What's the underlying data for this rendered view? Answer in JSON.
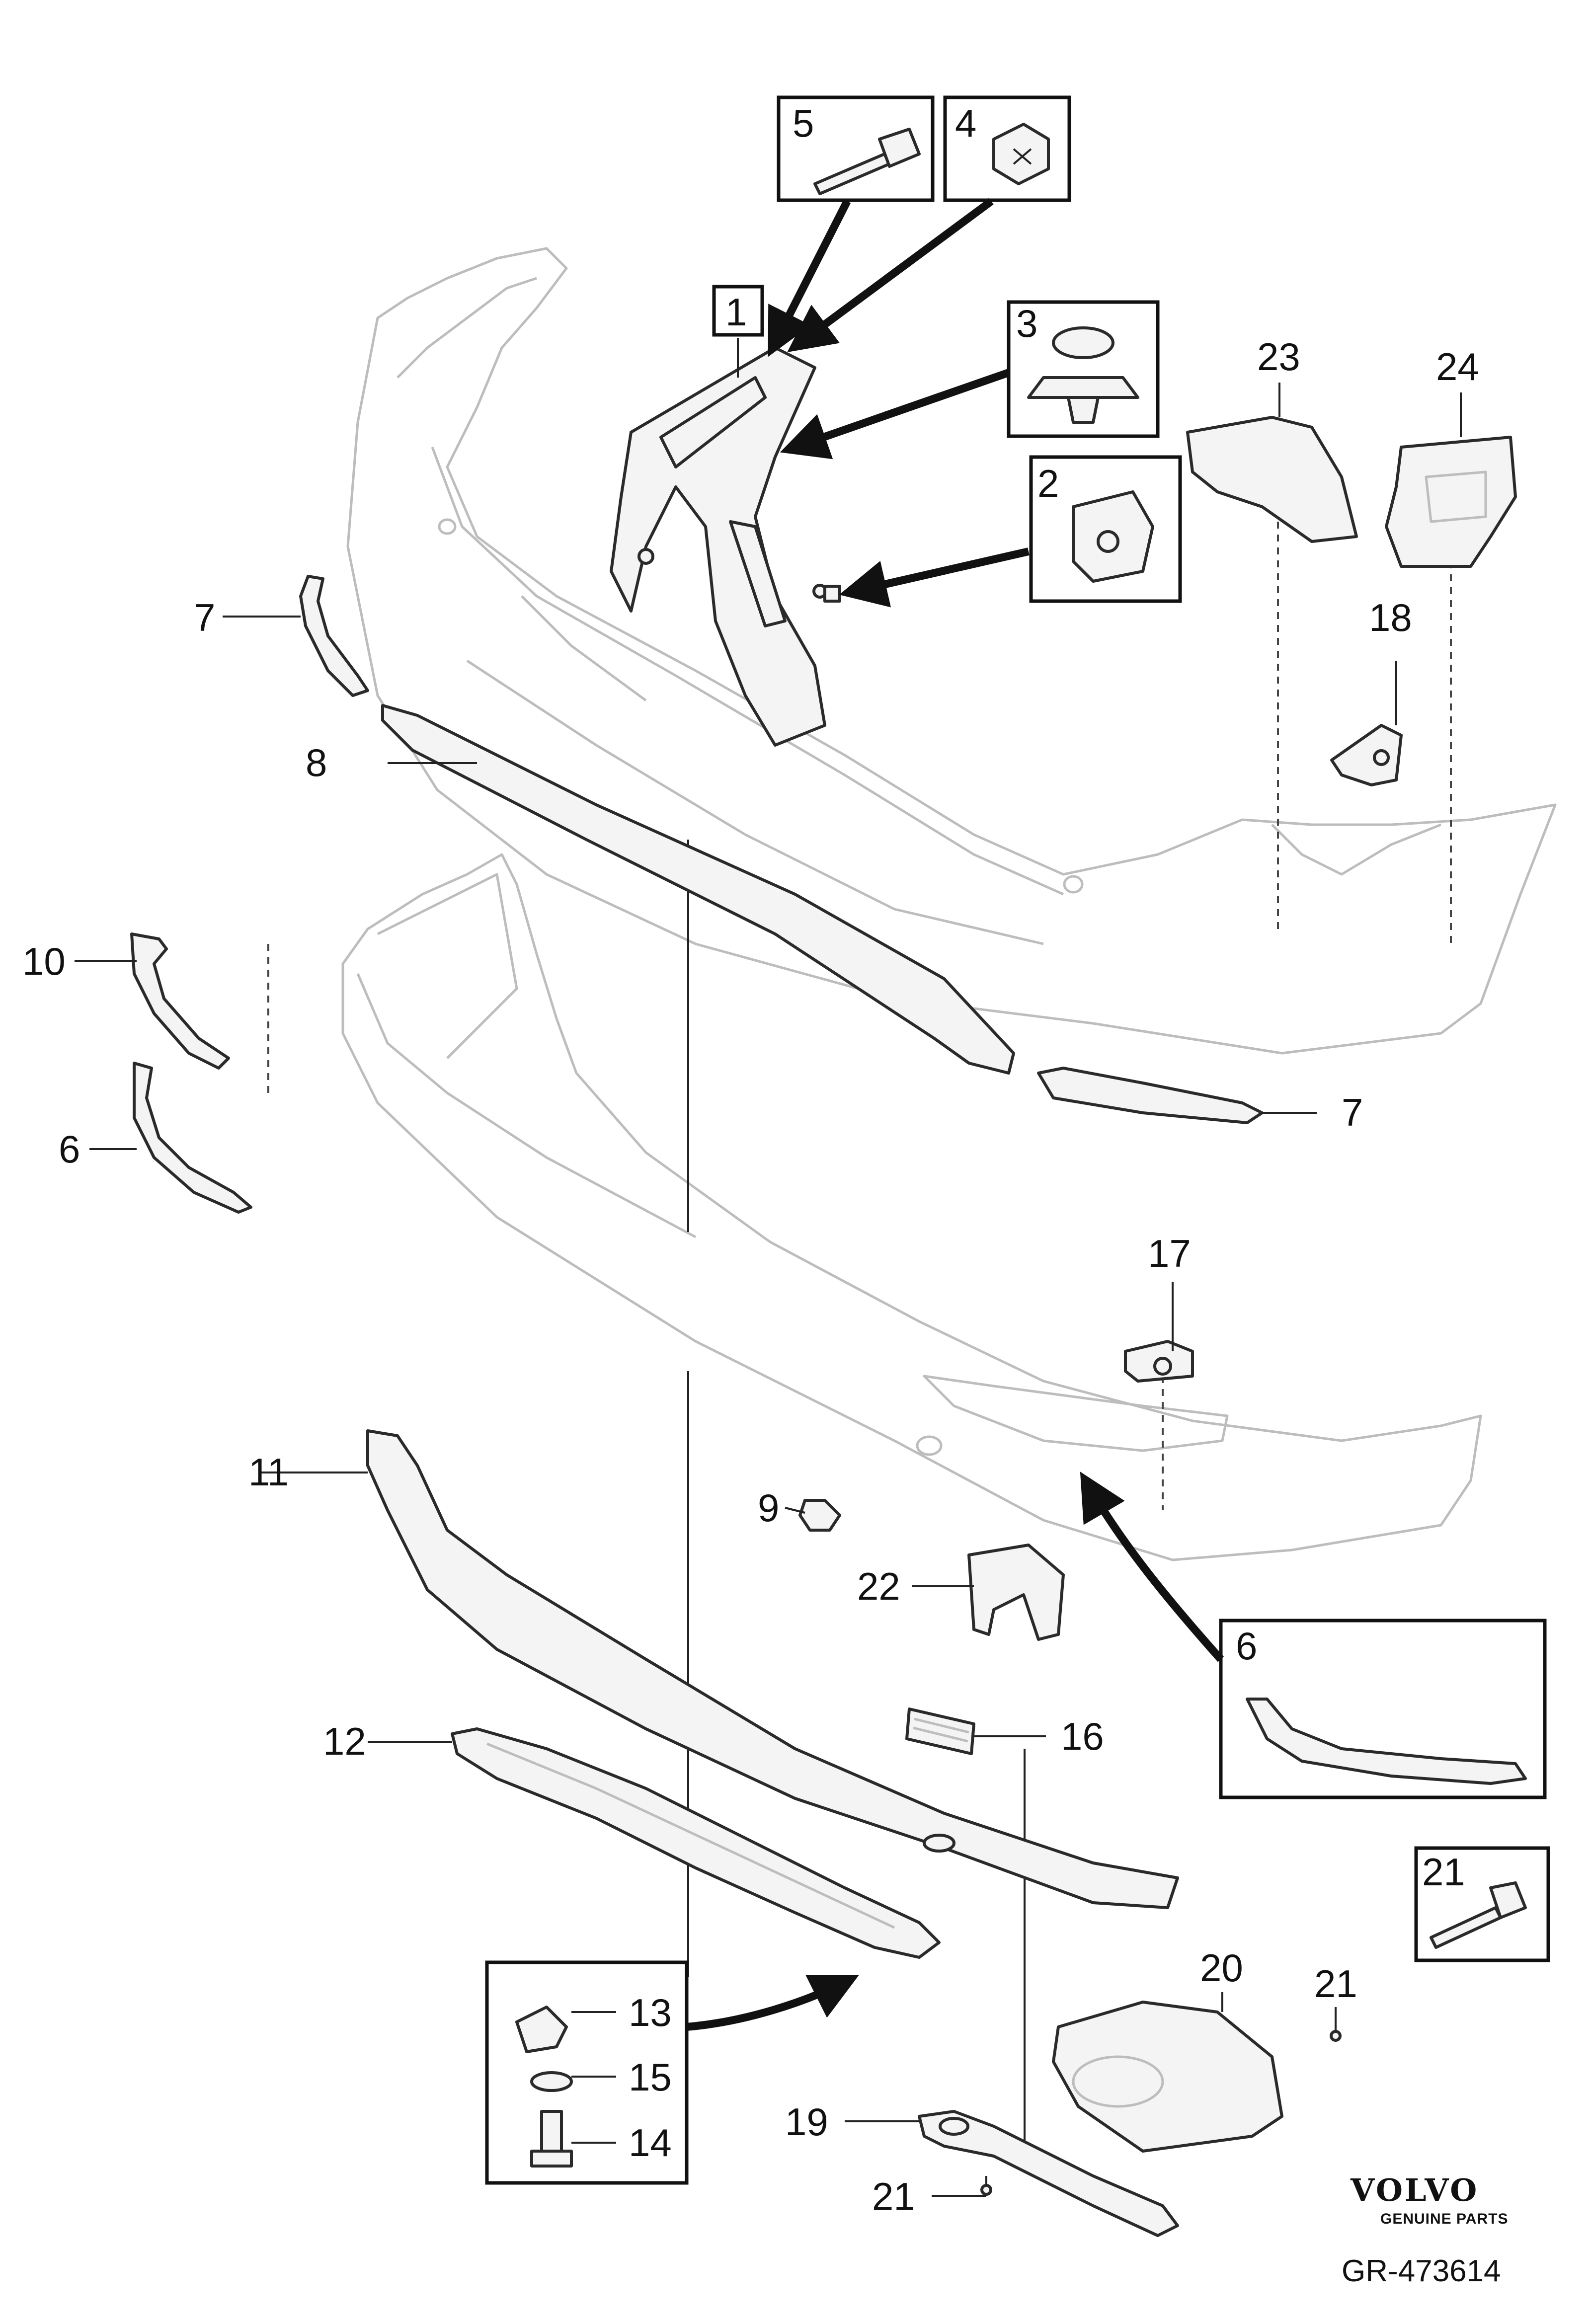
{
  "diagram": {
    "callouts": {
      "c1": "1",
      "c2": "2",
      "c3": "3",
      "c4": "4",
      "c5": "5",
      "c6a": "6",
      "c6b": "6",
      "c7a": "7",
      "c7b": "7",
      "c8": "8",
      "c9": "9",
      "c10": "10",
      "c11": "11",
      "c12": "12",
      "c13": "13",
      "c14": "14",
      "c15": "15",
      "c16": "16",
      "c17": "17",
      "c18": "18",
      "c19": "19",
      "c20": "20",
      "c21a": "21",
      "c21b": "21",
      "c21c": "21",
      "c22": "22",
      "c23": "23",
      "c24": "24"
    },
    "brand": "VOLVO",
    "brand_subtitle": "GENUINE PARTS",
    "reference": "GR-473614"
  }
}
